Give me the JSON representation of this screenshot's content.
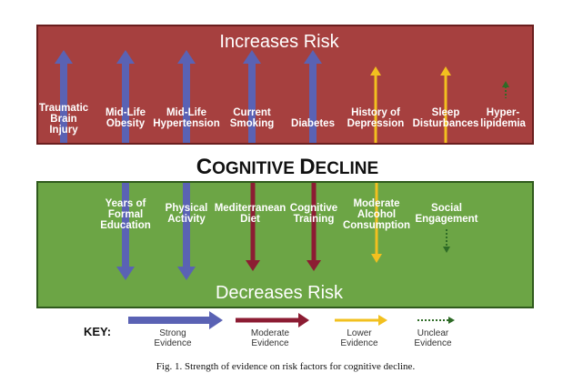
{
  "colors": {
    "increase_panel_fill": "#a6403f",
    "increase_panel_stroke": "#6a1e1e",
    "decrease_panel_fill": "#6ca545",
    "decrease_panel_stroke": "#2f5a1c",
    "strong": "#5a62b4",
    "moderate": "#8c1c33",
    "lower": "#f2c01f",
    "unclear": "#2e6b26"
  },
  "increases": {
    "title": "Increases Risk",
    "factors": [
      {
        "lines": [
          "Traumatic",
          "Brain",
          "Injury"
        ],
        "evidence": "strong"
      },
      {
        "lines": [
          "Mid-Life",
          "Obesity"
        ],
        "evidence": "strong"
      },
      {
        "lines": [
          "Mid-Life",
          "Hypertension"
        ],
        "evidence": "strong"
      },
      {
        "lines": [
          "Current",
          "Smoking"
        ],
        "evidence": "strong"
      },
      {
        "lines": [
          "Diabetes"
        ],
        "evidence": "strong"
      },
      {
        "lines": [
          "History of",
          "Depression"
        ],
        "evidence": "lower"
      },
      {
        "lines": [
          "Sleep",
          "Disturbances"
        ],
        "evidence": "lower"
      },
      {
        "lines": [
          "Hyper-",
          "lipidemia"
        ],
        "evidence": "unclear"
      }
    ]
  },
  "headline": {
    "c": "C",
    "ognitive": "OGNITIVE",
    "d": "D",
    "ecline": "ECLINE"
  },
  "decreases": {
    "title": "Decreases Risk",
    "factors": [
      {
        "lines": [
          "Years of",
          "Formal",
          "Education"
        ],
        "evidence": "strong"
      },
      {
        "lines": [
          "Physical",
          "Activity"
        ],
        "evidence": "strong"
      },
      {
        "lines": [
          "Mediterranean",
          "Diet"
        ],
        "evidence": "moderate"
      },
      {
        "lines": [
          "Cognitive",
          "Training"
        ],
        "evidence": "moderate"
      },
      {
        "lines": [
          "Moderate",
          "Alcohol",
          "Consumption"
        ],
        "evidence": "lower"
      },
      {
        "lines": [
          "Social",
          "Engagement"
        ],
        "evidence": "unclear"
      }
    ]
  },
  "key": {
    "label": "KEY:",
    "items": [
      {
        "evidence": "strong",
        "lines": [
          "Strong",
          "Evidence"
        ]
      },
      {
        "evidence": "moderate",
        "lines": [
          "Moderate",
          "Evidence"
        ]
      },
      {
        "evidence": "lower",
        "lines": [
          "Lower",
          "Evidence"
        ]
      },
      {
        "evidence": "unclear",
        "lines": [
          "Unclear",
          "Evidence"
        ]
      }
    ]
  },
  "caption": "Fig. 1.  Strength of evidence on risk factors for cognitive decline."
}
